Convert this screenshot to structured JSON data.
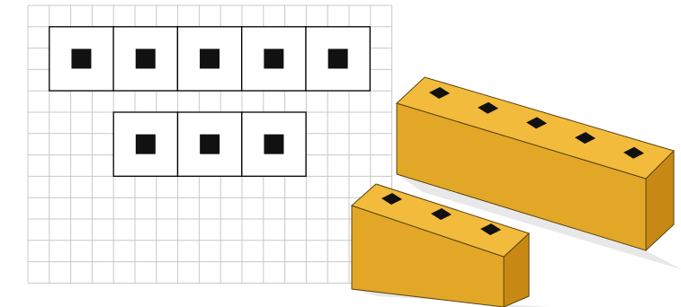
{
  "grid": {
    "columns": 17,
    "rows": 13,
    "line_color": "#c8c8c8"
  },
  "top_strip": {
    "units": 5
  },
  "bottom_strip": {
    "units": 3
  },
  "blocks": [
    {
      "name": "long-block",
      "units": 5
    },
    {
      "name": "short-block",
      "units": 3
    }
  ],
  "colors": {
    "block_top": "#f2bb3c",
    "block_front": "#e3a728",
    "block_side": "#c88914",
    "block_edge": "#5a4410",
    "hole": "#111111",
    "outline": "#000000",
    "shadow": "#d8d8d8"
  }
}
